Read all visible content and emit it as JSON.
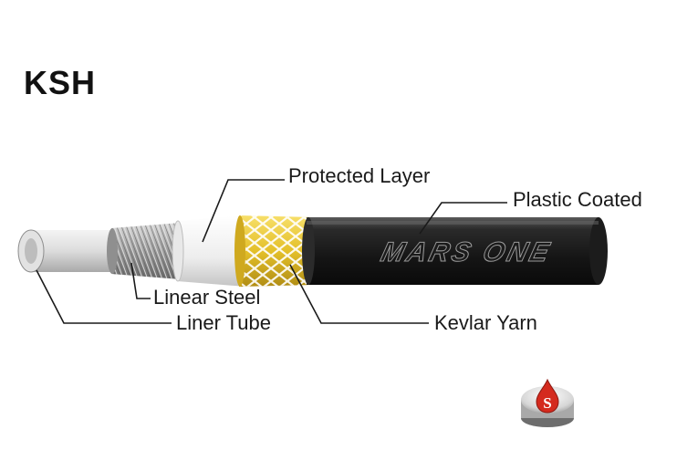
{
  "title": "KSH",
  "labels": {
    "protected_layer": "Protected Layer",
    "plastic_coated": "Plastic Coated",
    "linear_steel": "Linear Steel",
    "liner_tube": "Liner Tube",
    "kevlar_yarn": "Kevlar Yarn"
  },
  "cable": {
    "brand_text": "MARS ONE",
    "colors": {
      "jacket": "#1f1f1f",
      "kevlar": "#e8c62c",
      "protected_layer": "#f2f2f2",
      "steel": "#9a9a9a",
      "liner": "#d9d9d9"
    }
  },
  "logo": {
    "letter": "S",
    "colors": {
      "drop": "#d42a1e",
      "base": "#c8c8c8"
    }
  }
}
